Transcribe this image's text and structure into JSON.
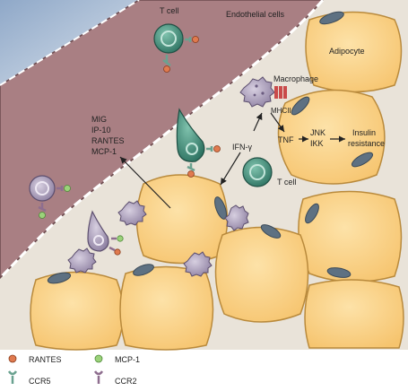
{
  "labels": {
    "endothelial": "Endothelial cells",
    "t_cell_top": "T cell",
    "adipocyte": "Adipocyte",
    "macrophage": "Macrophage",
    "mhcii": "MHCII",
    "tnf": "TNF",
    "jnk": "JNK",
    "ikk": "IKK",
    "insulin_1": "Insulin",
    "insulin_2": "resistance",
    "ifn": "IFN-γ",
    "t_cell_mid": "T cell",
    "chemokines": [
      "MIG",
      "IP-10",
      "RANTES",
      "MCP-1"
    ]
  },
  "legend": {
    "rantes": "RANTES",
    "ccr5": "CCR5",
    "mcp1": "MCP-1",
    "ccr2": "CCR2"
  },
  "colors": {
    "background": "#e9e3d9",
    "vessel": "#a97f83",
    "vessel_lumen": "#b8cbe0",
    "adipocyte": "#fbd38a",
    "adipocyte_stroke": "#b98a3c",
    "nucleus": "#5e7182",
    "t_cell": "#3f8e7c",
    "macrophage": "#a99bb5",
    "rantes": "#e07a4f",
    "mcp1": "#9bd27a",
    "receptor_ccr5": "#6aa290",
    "receptor_ccr2": "#8e6e8f"
  }
}
